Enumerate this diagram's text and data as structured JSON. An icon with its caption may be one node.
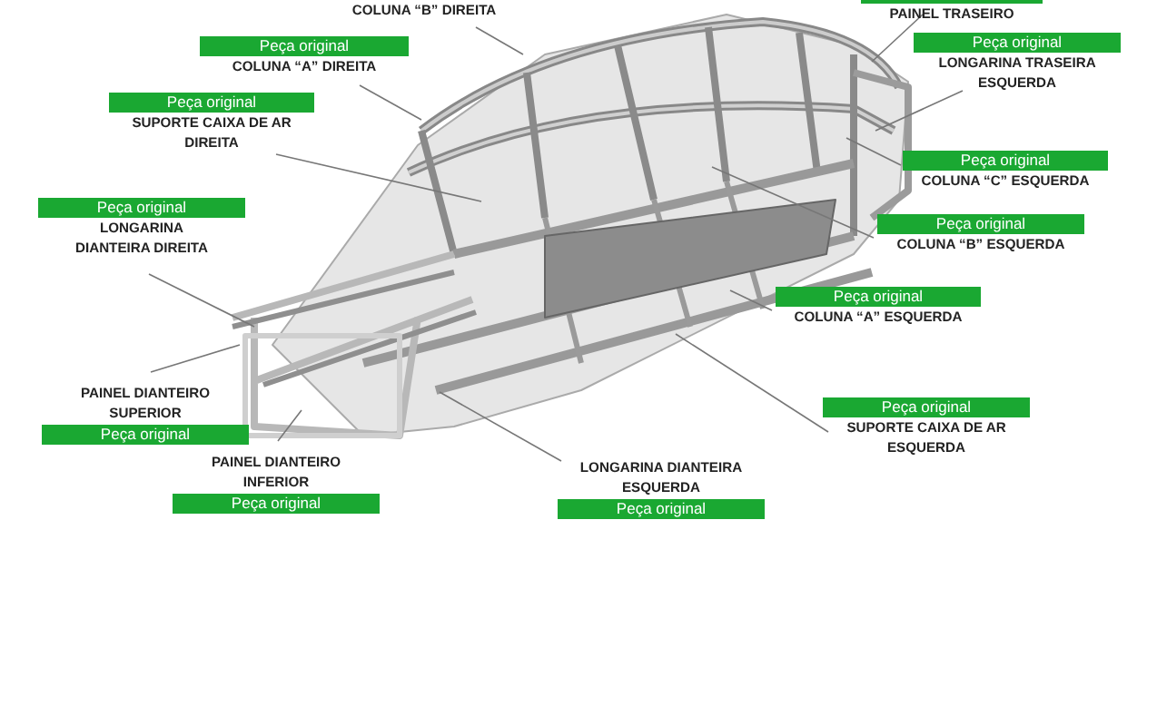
{
  "diagram": {
    "nodes": [
      {
        "text": [
          "COLUNA “B” DIREITA"
        ]
      },
      {
        "text": [
          "PAINEL TRASEIRO"
        ]
      },
      {
        "text": [
          "Peça original",
          "LONGARINA TRASEIRA ESQUERDA"
        ]
      },
      {
        "text": [
          "Peça original",
          "COLUNA “A” DIREITA"
        ]
      },
      {
        "text": [
          "Peça original",
          "SUPORTE CAIXA DE AR DIREITA"
        ]
      },
      {
        "text": [
          "Peça original",
          "COLUNA “C” ESQUERDA"
        ]
      },
      {
        "text": [
          "Peça original",
          "LONGARINA DIANTEIRA DIREITA"
        ]
      },
      {
        "text": [
          "Peça original",
          "COLUNA “B” ESQUERDA"
        ]
      },
      {
        "text": [
          "Peça original",
          "COLUNA “A” ESQUERDA"
        ]
      },
      {
        "text": [
          "PAINEL DIANTEIRO SUPERIOR",
          "Peça original"
        ]
      },
      {
        "text": [
          "Peça original",
          "SUPORTE CAIXA DE AR ESQUERDA"
        ]
      },
      {
        "text": [
          "PAINEL DIANTEIRO INFERIOR",
          "Peça original"
        ]
      },
      {
        "text": [
          "LONGARINA DIANTEIRA ESQUERDA",
          "Peça original"
        ]
      }
    ],
    "edges": [
      {
        "from": 0,
        "to": null,
        "arrow": "none"
      },
      {
        "from": 1,
        "to": null,
        "arrow": "none"
      },
      {
        "from": 2,
        "to": null,
        "arrow": "none"
      },
      {
        "from": 3,
        "to": null,
        "arrow": "none"
      },
      {
        "from": 4,
        "to": null,
        "arrow": "none"
      },
      {
        "from": 5,
        "to": null,
        "arrow": "none"
      },
      {
        "from": 6,
        "to": null,
        "arrow": "none"
      },
      {
        "from": 7,
        "to": null,
        "arrow": "none"
      },
      {
        "from": 8,
        "to": null,
        "arrow": "none"
      },
      {
        "from": 9,
        "to": null,
        "arrow": "none"
      },
      {
        "from": 10,
        "to": null,
        "arrow": "none"
      },
      {
        "from": 11,
        "to": null,
        "arrow": "none"
      },
      {
        "from": 12,
        "to": null,
        "arrow": "none"
      }
    ]
  }
}
